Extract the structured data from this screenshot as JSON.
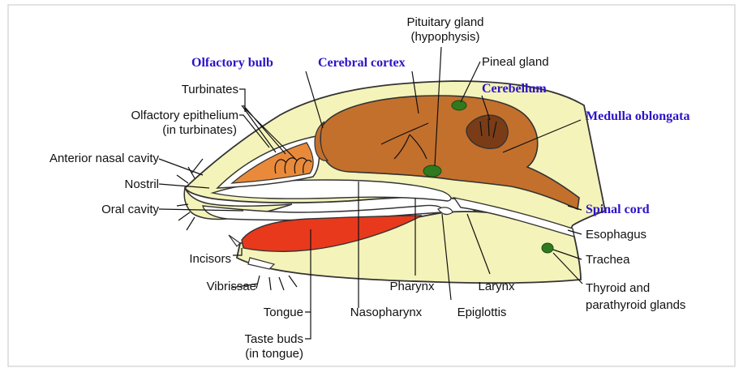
{
  "labels": {
    "pituitary_1": "Pituitary gland",
    "pituitary_2": "(hypophysis)",
    "olfactory_bulb": "Olfactory bulb",
    "cerebral_cortex": "Cerebral cortex",
    "pineal_gland": "Pineal gland",
    "cerebellum": "Cerebellum",
    "turbinates": "Turbinates",
    "olfactory_epithelium_1": "Olfactory epithelium",
    "olfactory_epithelium_2": "(in turbinates)",
    "medulla_oblongata": "Medulla oblongata",
    "anterior_nasal_cavity": "Anterior nasal cavity",
    "nostril": "Nostril",
    "oral_cavity": "Oral cavity",
    "spinal_cord": "Spinal cord",
    "esophagus": "Esophagus",
    "incisors": "Incisors",
    "trachea": "Trachea",
    "vibrissae": "Vibrissae",
    "pharynx": "Pharynx",
    "larynx": "Larynx",
    "thyroid_1": "Thyroid and",
    "thyroid_2": "parathyroid glands",
    "tongue": "Tongue",
    "nasopharynx": "Nasopharynx",
    "epiglottis": "Epiglottis",
    "taste_buds_1": "Taste buds",
    "taste_buds_2": "(in tongue)"
  },
  "colors": {
    "frame_border": "#d9d9d9",
    "head_tissue": "#f4f3b9",
    "outline": "#333333",
    "brain": "#c3702d",
    "olfactory_bulb": "#e98a3b",
    "cerebellum": "#7a3c17",
    "tongue": "#e8391d",
    "gland": "#2f7a1e",
    "highlight_label": "#2b13c9",
    "label": "#111111"
  }
}
